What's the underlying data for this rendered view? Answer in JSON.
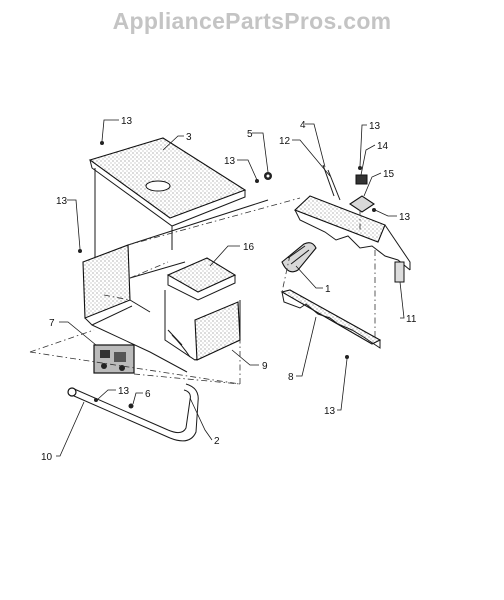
{
  "watermark": "AppliancePartsPros.com",
  "callouts": [
    {
      "id": "c13a",
      "text": "13"
    },
    {
      "id": "c3",
      "text": "3"
    },
    {
      "id": "c13b",
      "text": "13"
    },
    {
      "id": "c5",
      "text": "5"
    },
    {
      "id": "c13c",
      "text": "13"
    },
    {
      "id": "c4",
      "text": "4"
    },
    {
      "id": "c12",
      "text": "12"
    },
    {
      "id": "c13d",
      "text": "13"
    },
    {
      "id": "c14",
      "text": "14"
    },
    {
      "id": "c15",
      "text": "15"
    },
    {
      "id": "c13e",
      "text": "13"
    },
    {
      "id": "c16",
      "text": "16"
    },
    {
      "id": "c1",
      "text": "1"
    },
    {
      "id": "c11",
      "text": "11"
    },
    {
      "id": "c7",
      "text": "7"
    },
    {
      "id": "c9",
      "text": "9"
    },
    {
      "id": "c8",
      "text": "8"
    },
    {
      "id": "c13f",
      "text": "13"
    },
    {
      "id": "c6",
      "text": "6"
    },
    {
      "id": "c2",
      "text": "2"
    },
    {
      "id": "c13g",
      "text": "13"
    },
    {
      "id": "c10",
      "text": "10"
    }
  ]
}
